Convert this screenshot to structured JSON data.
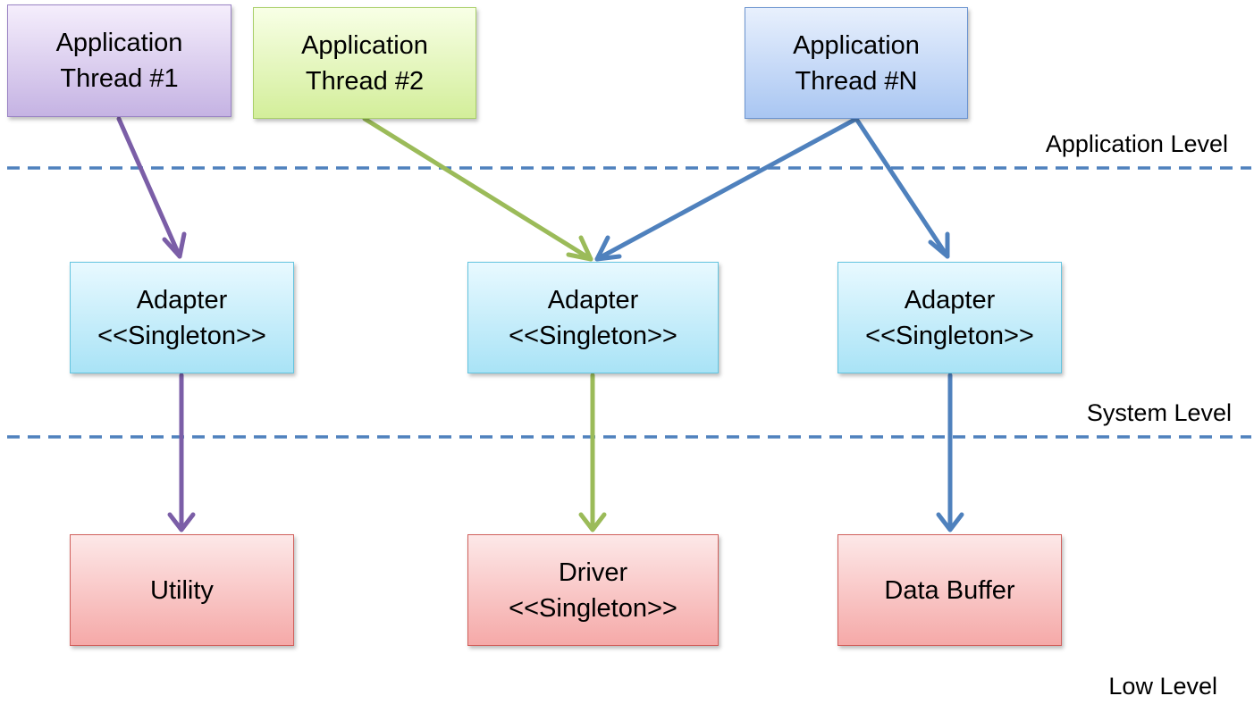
{
  "threads": {
    "t1": {
      "line1": "Application",
      "line2": "Thread #1"
    },
    "t2": {
      "line1": "Application",
      "line2": "Thread #2"
    },
    "tn": {
      "line1": "Application",
      "line2": "Thread #N"
    }
  },
  "adapters": [
    {
      "line1": "Adapter",
      "line2": "<<Singleton>>"
    },
    {
      "line1": "Adapter",
      "line2": "<<Singleton>>"
    },
    {
      "line1": "Adapter",
      "line2": "<<Singleton>>"
    }
  ],
  "low_components": {
    "utility": {
      "label": "Utility"
    },
    "driver": {
      "line1": "Driver",
      "line2": "<<Singleton>>"
    },
    "data_buffer": {
      "label": "Data Buffer"
    }
  },
  "levels": {
    "application": "Application Level",
    "system": "System Level",
    "low": "Low Level"
  },
  "colors": {
    "purple_arrow": "#7b5ea7",
    "green_arrow": "#9bbb59",
    "blue_arrow": "#4f81bd",
    "dashed_line": "#4f81bd"
  }
}
